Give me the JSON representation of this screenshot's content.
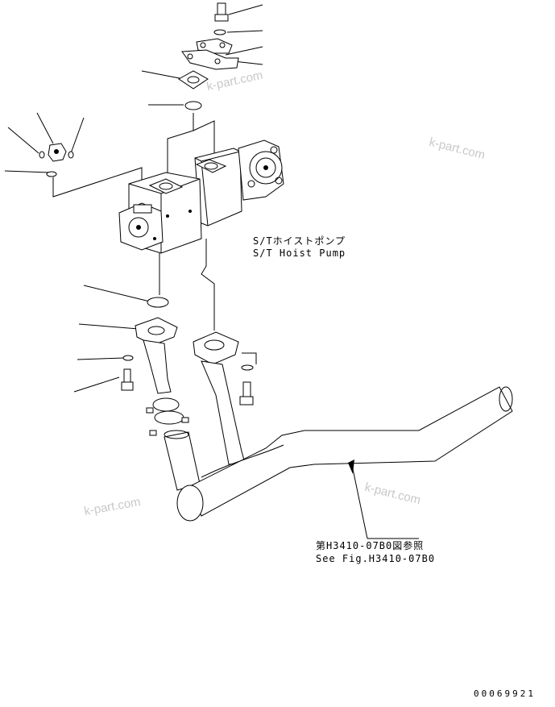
{
  "labels": {
    "pump_jp": "S/Tホイストポンプ",
    "pump_en": "S/T Hoist Pump",
    "ref_jp": "第H3410-07B0図参照",
    "ref_en": "See Fig.H3410-07B0",
    "figure_code": "00069921"
  },
  "watermarks": [
    "k-part.com",
    "k-part.com",
    "k-part.com",
    "k-part.com"
  ],
  "colors": {
    "ink": "#000000",
    "watermark": "#c8c8c8",
    "background": "#ffffff"
  }
}
